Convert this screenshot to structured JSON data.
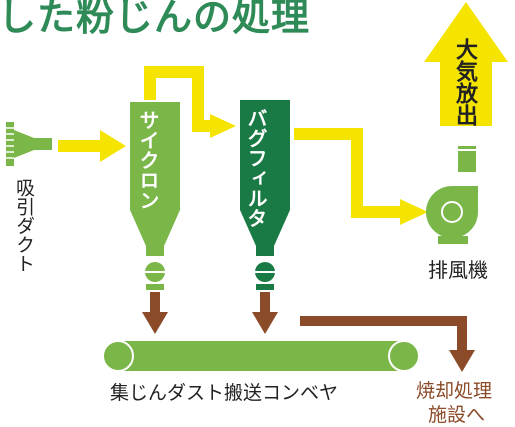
{
  "title": "した粉じんの処理",
  "labels": {
    "intake": "吸引ダクト",
    "cyclone": "サイクロン",
    "bag_filter": "バグフィルタ",
    "release": "大気放出",
    "fan": "排風機",
    "conveyor": "集じんダスト搬送コンベヤ",
    "incineration_line1": "焼却処理",
    "incineration_line2": "施設へ"
  },
  "colors": {
    "air_flow": "#f5e400",
    "dust_flow": "#8b4a28",
    "cyclone": "#7ab648",
    "bag_filter": "#1a7a45",
    "equipment": "#7ab648",
    "title": "#2e8b57"
  }
}
